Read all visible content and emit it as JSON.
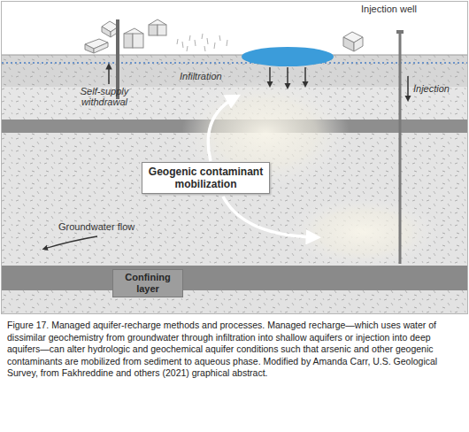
{
  "diagram": {
    "caption": "Figure 17. Managed aquifer-recharge methods and processes. Managed recharge—which uses water of dissimilar geochemistry from groundwater through infiltration into shallow aquifers or injection into deep aquifers—can alter hydrologic and geochemical aquifer conditions such that arsenic and other geogenic contaminants are mobilized from sediment to aqueous phase. Modified by Amanda Carr, U.S. Geological Survey, from Fakhreddine and others (2021) graphical abstract.",
    "nodes": [
      {
        "text": [
          "Geogenic contaminant mobilization"
        ]
      },
      {
        "text": [
          "Confining layer"
        ]
      }
    ],
    "labels": [
      "Injection well",
      "Self-supply withdrawal",
      "Infiltration",
      "Injection",
      "Groundwater flow"
    ]
  }
}
